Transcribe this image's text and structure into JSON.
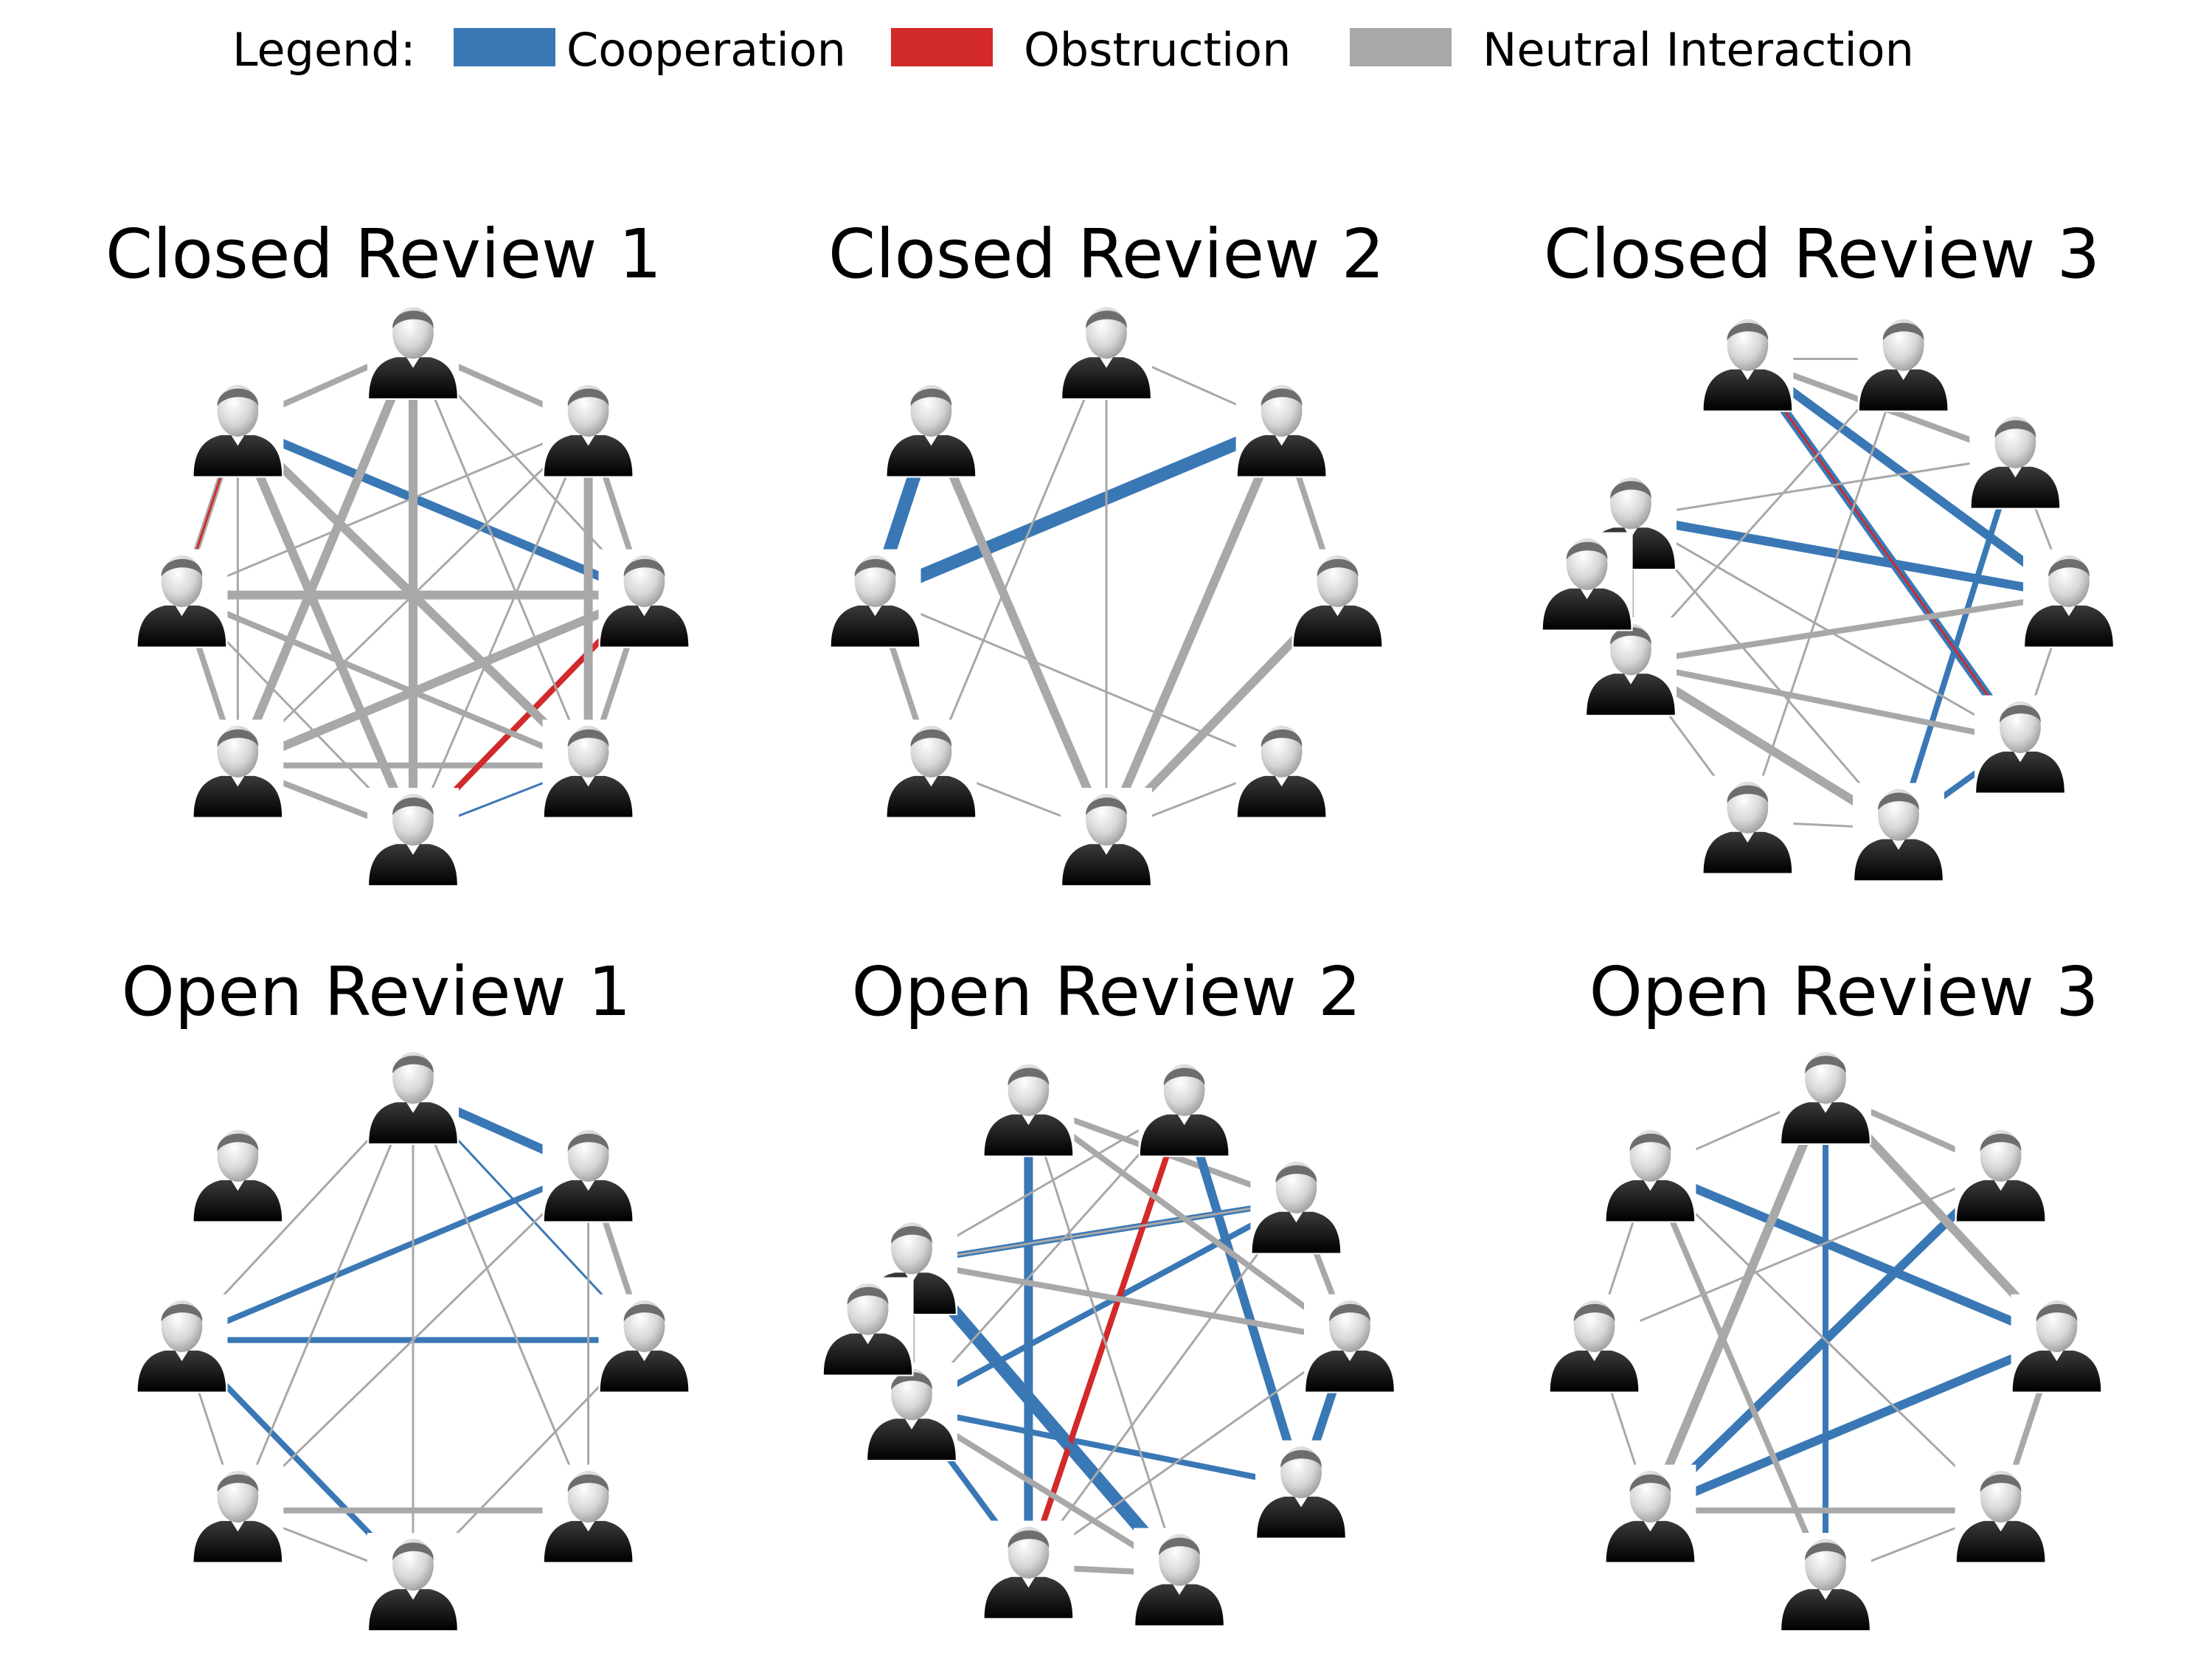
{
  "legend": {
    "label": "Legend:",
    "items": [
      {
        "label": "Cooperation",
        "color": "#3a78b5"
      },
      {
        "label": "Obstruction",
        "color": "#d2292b"
      },
      {
        "label": "Neutral Interaction",
        "color": "#a8a8a8"
      }
    ]
  },
  "icon": "person-icon",
  "panels": [
    {
      "title": "Closed Review 1",
      "nodes": 8,
      "edges": [
        [
          "n",
          "nw",
          "gray",
          2
        ],
        [
          "n",
          "ne",
          "gray",
          2
        ],
        [
          "nw",
          "w",
          "gray",
          2
        ],
        [
          "ne",
          "e",
          "gray",
          2
        ],
        [
          "w",
          "sw",
          "gray",
          2
        ],
        [
          "e",
          "se",
          "gray",
          2
        ],
        [
          "sw",
          "s",
          "gray",
          2
        ],
        [
          "se",
          "s",
          "blue",
          1
        ],
        [
          "w",
          "e",
          "gray",
          3
        ],
        [
          "sw",
          "se",
          "gray",
          2
        ],
        [
          "nw",
          "e",
          "blue",
          3
        ],
        [
          "nw",
          "w",
          "red",
          1
        ],
        [
          "s",
          "e",
          "red",
          2
        ],
        [
          "n",
          "s",
          "gray",
          3
        ],
        [
          "ne",
          "se",
          "gray",
          3
        ],
        [
          "n",
          "sw",
          "gray",
          3
        ],
        [
          "nw",
          "s",
          "gray",
          3
        ],
        [
          "w",
          "se",
          "gray",
          2
        ],
        [
          "sw",
          "e",
          "gray",
          3
        ],
        [
          "nw",
          "se",
          "gray",
          3
        ],
        [
          "n",
          "se",
          "gray",
          1
        ],
        [
          "ne",
          "w",
          "gray",
          1
        ],
        [
          "ne",
          "sw",
          "gray",
          1
        ],
        [
          "ne",
          "s",
          "gray",
          1
        ],
        [
          "w",
          "s",
          "gray",
          1
        ],
        [
          "nw",
          "sw",
          "gray",
          1
        ],
        [
          "n",
          "e",
          "gray",
          1
        ]
      ]
    },
    {
      "title": "Closed Review 2",
      "nodes": 8,
      "edges": [
        [
          "nw",
          "w",
          "blue",
          4
        ],
        [
          "w",
          "ne",
          "blue",
          4
        ],
        [
          "nw",
          "s",
          "gray",
          3
        ],
        [
          "ne",
          "s",
          "gray",
          3
        ],
        [
          "e",
          "s",
          "gray",
          3
        ],
        [
          "n",
          "s",
          "gray",
          1
        ],
        [
          "n",
          "sw",
          "gray",
          1
        ],
        [
          "w",
          "sw",
          "gray",
          2
        ],
        [
          "ne",
          "e",
          "gray",
          2
        ],
        [
          "sw",
          "s",
          "gray",
          1
        ],
        [
          "se",
          "s",
          "gray",
          1
        ],
        [
          "w",
          "se",
          "gray",
          1
        ],
        [
          "n",
          "ne",
          "gray",
          1
        ]
      ]
    },
    {
      "title": "Closed Review 3",
      "nodes": 10,
      "edges": [
        [
          "nnw",
          "e",
          "blue",
          3
        ],
        [
          "wnw",
          "e",
          "blue",
          3
        ],
        [
          "nnw",
          "se",
          "blue",
          3
        ],
        [
          "ne",
          "sse",
          "blue",
          2
        ],
        [
          "se",
          "sse",
          "blue",
          2
        ],
        [
          "nnw",
          "se",
          "red",
          1
        ],
        [
          "nnw",
          "nne",
          "gray",
          1
        ],
        [
          "nnw",
          "ne",
          "gray",
          2
        ],
        [
          "wnw",
          "ne",
          "gray",
          1
        ],
        [
          "wsw",
          "e",
          "gray",
          2
        ],
        [
          "wsw",
          "se",
          "gray",
          2
        ],
        [
          "wsw",
          "sse",
          "gray",
          2
        ],
        [
          "wsw",
          "ssw",
          "gray",
          1
        ],
        [
          "wnw",
          "wsw",
          "gray",
          2
        ],
        [
          "nne",
          "ssw",
          "gray",
          1
        ],
        [
          "nne",
          "wsw",
          "gray",
          1
        ],
        [
          "ne",
          "e",
          "gray",
          1
        ],
        [
          "e",
          "se",
          "gray",
          1
        ],
        [
          "ssw",
          "sse",
          "gray",
          1
        ],
        [
          "wnw",
          "sse",
          "gray",
          1
        ],
        [
          "wnw",
          "se",
          "gray",
          1
        ],
        [
          "wsw",
          "sse",
          "gray",
          3
        ]
      ]
    },
    {
      "title": "Open Review 1",
      "nodes": 8,
      "edges": [
        [
          "n",
          "ne",
          "blue",
          3
        ],
        [
          "w",
          "ne",
          "blue",
          2
        ],
        [
          "w",
          "e",
          "blue",
          2
        ],
        [
          "n",
          "e",
          "blue",
          1
        ],
        [
          "w",
          "s",
          "blue",
          2
        ],
        [
          "ne",
          "e",
          "gray",
          2
        ],
        [
          "n",
          "w",
          "gray",
          1
        ],
        [
          "n",
          "sw",
          "gray",
          1
        ],
        [
          "n",
          "s",
          "gray",
          1
        ],
        [
          "n",
          "se",
          "gray",
          1
        ],
        [
          "ne",
          "sw",
          "gray",
          1
        ],
        [
          "ne",
          "se",
          "gray",
          1
        ],
        [
          "e",
          "s",
          "gray",
          1
        ],
        [
          "w",
          "sw",
          "gray",
          1
        ],
        [
          "sw",
          "se",
          "gray",
          2
        ],
        [
          "sw",
          "s",
          "gray",
          1
        ]
      ]
    },
    {
      "title": "Open Review 2",
      "nodes": 10,
      "edges": [
        [
          "nnw",
          "ne",
          "gray",
          2
        ],
        [
          "nnw",
          "ssw",
          "blue",
          3
        ],
        [
          "wnw",
          "sse",
          "blue",
          4
        ],
        [
          "nne",
          "se",
          "blue",
          3
        ],
        [
          "ne",
          "wsw",
          "blue",
          2
        ],
        [
          "wnw",
          "ne",
          "blue",
          2
        ],
        [
          "wsw",
          "se",
          "blue",
          2
        ],
        [
          "wsw",
          "ssw",
          "blue",
          2
        ],
        [
          "nne",
          "ssw",
          "red",
          2
        ],
        [
          "wnw",
          "sse",
          "blue",
          2
        ],
        [
          "wnw",
          "wsw",
          "blue",
          2
        ],
        [
          "wnw",
          "e",
          "gray",
          2
        ],
        [
          "wnw",
          "ne",
          "gray",
          1
        ],
        [
          "nnw",
          "e",
          "gray",
          2
        ],
        [
          "nnw",
          "sse",
          "gray",
          1
        ],
        [
          "ne",
          "e",
          "gray",
          2
        ],
        [
          "e",
          "se",
          "blue",
          3
        ],
        [
          "wsw",
          "sse",
          "gray",
          2
        ],
        [
          "ssw",
          "sse",
          "gray",
          2
        ],
        [
          "wnw",
          "e",
          "gray",
          1
        ],
        [
          "nne",
          "wnw",
          "gray",
          1
        ],
        [
          "nne",
          "wsw",
          "gray",
          1
        ],
        [
          "wnw",
          "wsw",
          "gray",
          2
        ],
        [
          "ne",
          "ssw",
          "gray",
          1
        ],
        [
          "ssw",
          "e",
          "gray",
          1
        ]
      ]
    },
    {
      "title": "Open Review 3",
      "nodes": 8,
      "edges": [
        [
          "nw",
          "e",
          "blue",
          3
        ],
        [
          "ne",
          "sw",
          "blue",
          3
        ],
        [
          "sw",
          "e",
          "blue",
          3
        ],
        [
          "n",
          "s",
          "blue",
          2
        ],
        [
          "n",
          "sw",
          "gray",
          3
        ],
        [
          "n",
          "ne",
          "gray",
          2
        ],
        [
          "n",
          "e",
          "gray",
          3
        ],
        [
          "nw",
          "s",
          "gray",
          2
        ],
        [
          "nw",
          "n",
          "gray",
          1
        ],
        [
          "nw",
          "w",
          "gray",
          1
        ],
        [
          "w",
          "sw",
          "gray",
          1
        ],
        [
          "sw",
          "se",
          "gray",
          2
        ],
        [
          "e",
          "se",
          "gray",
          2
        ],
        [
          "s",
          "se",
          "gray",
          1
        ],
        [
          "ne",
          "w",
          "gray",
          1
        ],
        [
          "nw",
          "se",
          "gray",
          1
        ]
      ]
    }
  ]
}
